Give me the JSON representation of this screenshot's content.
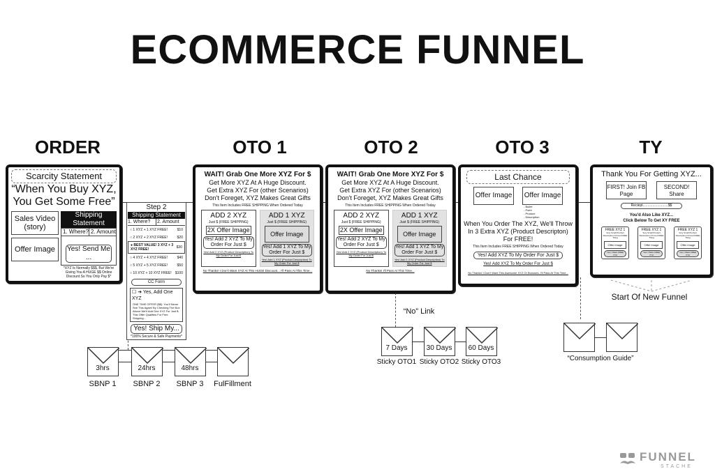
{
  "title": "ECOMMERCE FUNNEL",
  "columns": [
    "ORDER",
    "OTO 1",
    "OTO 2",
    "OTO 3",
    "TY"
  ],
  "order": {
    "scarcity": "Scarcity Statement",
    "headline1": "“When You Buy XYZ,",
    "headline2": "You Get Some Free”",
    "video": "Sales Video (story)",
    "offer_image": "Offer Image",
    "shipping": "Shipping Statement",
    "where": "1. Where?",
    "amount": "2. Amount",
    "button": "Yes! Send Me ...",
    "note": "*XYZ Is Normally $$$, But We're Giving You A HUGE $$ Online Discount So You Only Pay $*"
  },
  "step2": {
    "label": "Step 2",
    "shipping": "Shipping Statement",
    "where": "1. Where?",
    "amount": "2. Amount",
    "options": [
      {
        "label": "1 XYZ + 1 XYZ FREE!",
        "price": "$10"
      },
      {
        "label": "2 XYZ + 2 XYZ FREE!",
        "price": "$20"
      },
      {
        "label": "BEST VALUE! 3 XYZ + 3 XYZ FREE!",
        "price": "$30"
      },
      {
        "label": "4 XYZ + 4 XYZ FREE!",
        "price": "$40"
      },
      {
        "label": "5 XYZ + 5 XYZ FREE!",
        "price": "$50"
      },
      {
        "label": "10 XYZ + 10 XYZ FREE!",
        "price": "$100"
      }
    ],
    "cc_form": "CC Form",
    "add_one": "➜ Yes, Add One XYZ",
    "oto_text": "ONE TIME OFFER ($$): You'll Never See This Again! By Checking The Box Above We'll Add One XYZ For Just $. This Offer Qualifies For Free Shipping...",
    "button": "Yes! Ship My...",
    "secure": "*100% Secure & Safe Payments*"
  },
  "oto1": {
    "headline": "WAIT! Grab One More XYZ For $",
    "l1": "Get More XYZ At A Huge Discount.",
    "l2": "Get Extra XYZ For (other Scenarios)",
    "l3": "Don't Foreget, XYZ Makes Great Gifts",
    "free_ship": "This Item Includes FREE SHIPPING When Ordered Today",
    "a_title": "ADD 2 XYZ",
    "a_sub": "Just $ (FREE SHIPPING)",
    "a_img": "2X Offer Image",
    "a_btn": "Yes! Add 2 XYZ To My Order For Just $",
    "a_link": "Yes! Add 2 XYZ (Product Description) To My Order For Just $",
    "b_title": "ADD 1 XYZ",
    "b_sub": "Just $ (FREE SHIPPING)",
    "b_img": "Offer Image",
    "b_btn": "Yes! Add 1 XYZ To My Order For Just $",
    "b_link": "Yes! Add 1 XYZ (Product Description) To My Order For Just $",
    "no": "No Thanks! I Don't Want XYZ At This HUGE Discount... I'll Pass At This Time..."
  },
  "oto2": {
    "headline": "WAIT! Grab One More XYZ For $",
    "l1": "Get More XYZ At A Huge Discount.",
    "l2": "Get Extra XYZ For (other Scenarios)",
    "l3": "Don't Foreget, XYZ Makes Great Gifts",
    "free_ship": "This Item Includes FREE SHIPPING When Ordered Today",
    "a_title": "ADD 2 XYZ",
    "a_sub": "Just $ (FREE SHIPPING)",
    "a_img": "2X Offer Image",
    "a_btn": "Yes! Add 2 XYZ To My Order For Just $",
    "a_link": "Yes! Add 2 XYZ (Product Description) To My Order For Just $",
    "b_title": "ADD 1 XYZ",
    "b_sub": "Just $ (FREE SHIPPING)",
    "b_img": "Offer Image",
    "b_btn": "Yes! Add 1 XYZ To My Order For Just $",
    "b_link": "Yes! Add 1 XYZ (Product Description) To My Order For Just $",
    "no": "No Thanks! I'll Pass At This Time..."
  },
  "oto3": {
    "heading": "Last Chance",
    "img1": "Offer Image",
    "img2": "Offer Image",
    "bullets": [
      "- Bullet",
      "- Point",
      "- Product",
      "- Description"
    ],
    "body": "When You Order The XYZ, We'll Throw In 3 Extra XYZ (Product Descripton) For FREE!",
    "free_ship": "This Item Includes FREE SHIPPING When Ordered Today",
    "btn": "Yes! Add XYZ To My Order For Just $",
    "link": "Yes! Add XYZ To My Order For Just $",
    "no": "No Thanks! I Don't Want This Awesome XYZ Or Bonuses, I'll Pass At This Time..."
  },
  "ty": {
    "heading": "Thank You For Getting XYZ...",
    "first": "FIRST! Join FB Page",
    "second": "SECOND! Share",
    "receipt": "Reciept..........................$$",
    "also1": "You'd Also Like XYZ...",
    "also2": "Click Below To Get XY FREE",
    "cards": [
      {
        "title": "FREE XYZ 1",
        "desc": "Very Small Product Description Of Cool FREE Thing",
        "img": "Offer Image",
        "btn": "Yes! I Want FREE XYZ"
      },
      {
        "title": "FREE XYZ 1",
        "desc": "Very Small Product Description Of Cool FREE Thing",
        "img": "Offer Image",
        "btn": "Yes! I Want FREE XYZ"
      },
      {
        "title": "FREE XYZ 1",
        "desc": "Very Small Product Description Of Cool FREE Thing",
        "img": "Offer Image",
        "btn": "Yes! I Want FREE XYZ"
      }
    ]
  },
  "new_funnel": "Start Of New Funnel",
  "no_link": "“No” Link",
  "order_emails": [
    {
      "time": "3hrs",
      "label": "SBNP 1"
    },
    {
      "time": "24hrs",
      "label": "SBNP 2"
    },
    {
      "time": "48hrs",
      "label": "SBNP 3"
    },
    {
      "time": "",
      "label": "FulFillment"
    }
  ],
  "oto_emails": [
    {
      "time": "7 Days",
      "label": "Sticky OTO1"
    },
    {
      "time": "30 Days",
      "label": "Sticky OTO2"
    },
    {
      "time": "60 Days",
      "label": "Sticky OTO3"
    }
  ],
  "ty_emails_label": "“Consumption Guide”",
  "logo": {
    "top": "FUNNEL",
    "bottom": "STACHE"
  }
}
